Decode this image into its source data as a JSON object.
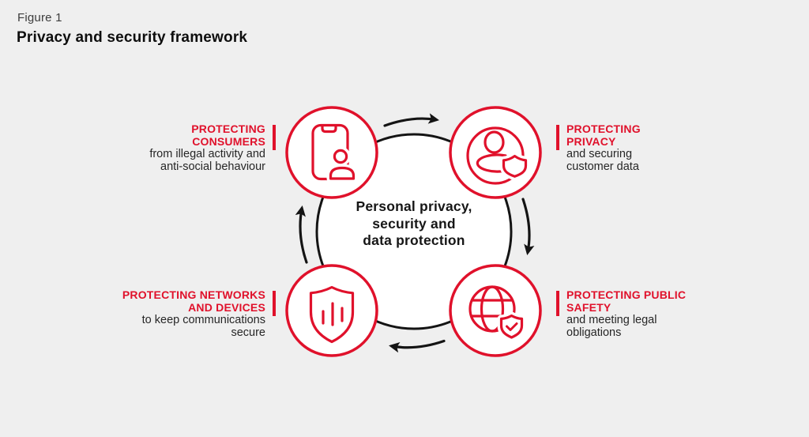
{
  "colors": {
    "background": "#efefef",
    "accent_red": "#e0112b",
    "ink": "#141414",
    "circle_fill": "#ffffff"
  },
  "figure": {
    "eyebrow": "Figure 1",
    "title": "Privacy and security framework"
  },
  "center": {
    "text": "Personal privacy,\nsecurity and\ndata protection"
  },
  "cycle": {
    "direction": "clockwise",
    "arrows": [
      "top-right",
      "right-down",
      "bottom-left",
      "left-up"
    ]
  },
  "nodes": [
    {
      "id": "protecting-consumers",
      "icon": "phone-id-icon",
      "heading": "PROTECTING\nCONSUMERS",
      "body": "from illegal activity and\nanti-social behaviour"
    },
    {
      "id": "protecting-privacy",
      "icon": "user-shield-icon",
      "heading": "PROTECTING\nPRIVACY",
      "body": "and securing\ncustomer data"
    },
    {
      "id": "protecting-networks-devices",
      "icon": "shield-signal-icon",
      "heading": "PROTECTING NETWORKS\nAND DEVICES",
      "body": "to keep communications\nsecure"
    },
    {
      "id": "protecting-public-safety",
      "icon": "globe-shield-icon",
      "heading": "PROTECTING PUBLIC\nSAFETY",
      "body": "and meeting legal\nobligations"
    }
  ]
}
